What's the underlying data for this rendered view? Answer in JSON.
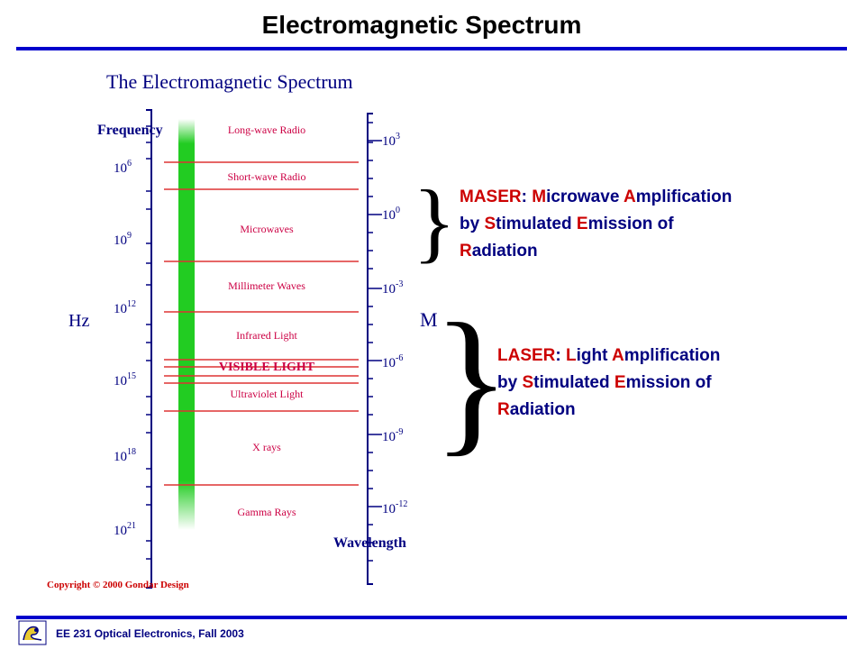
{
  "slide": {
    "title": "Electromagnetic Spectrum"
  },
  "diagram": {
    "title": "The Electromagnetic Spectrum",
    "frequency_label": "Frequency",
    "frequency_unit": "Hz",
    "wavelength_label": "Wavelength",
    "wavelength_unit": "M",
    "copyright": "Copyright © 2000 Gondar Design",
    "bands": [
      "Long-wave Radio",
      "Short-wave Radio",
      "Microwaves",
      "Millimeter Waves",
      "Infrared Light",
      "VISIBLE LIGHT",
      "Ultraviolet Light",
      "X rays",
      "Gamma Rays"
    ],
    "frequency_ticks": [
      {
        "base": "10",
        "exp": "6"
      },
      {
        "base": "10",
        "exp": "9"
      },
      {
        "base": "10",
        "exp": "12"
      },
      {
        "base": "10",
        "exp": "15"
      },
      {
        "base": "10",
        "exp": "18"
      },
      {
        "base": "10",
        "exp": "21"
      }
    ],
    "wavelength_ticks": [
      {
        "base": "10",
        "exp": "3"
      },
      {
        "base": "10",
        "exp": "0"
      },
      {
        "base": "10",
        "exp": "-3"
      },
      {
        "base": "10",
        "exp": "-6"
      },
      {
        "base": "10",
        "exp": "-9"
      },
      {
        "base": "10",
        "exp": "-12"
      }
    ]
  },
  "maser": {
    "l1": [
      {
        "t": "MASER",
        "h": true
      },
      {
        "t": ": ",
        "h": false
      },
      {
        "t": "M",
        "h": true
      },
      {
        "t": "icrowave ",
        "h": false
      },
      {
        "t": "A",
        "h": true
      },
      {
        "t": "mplification",
        "h": false
      }
    ],
    "l2": [
      {
        "t": "by ",
        "h": false
      },
      {
        "t": "S",
        "h": true
      },
      {
        "t": "timulated ",
        "h": false
      },
      {
        "t": "E",
        "h": true
      },
      {
        "t": "mission of",
        "h": false
      }
    ],
    "l3": [
      {
        "t": "R",
        "h": true
      },
      {
        "t": "adiation",
        "h": false
      }
    ]
  },
  "laser": {
    "l1": [
      {
        "t": "LASER",
        "h": true
      },
      {
        "t": ": ",
        "h": false
      },
      {
        "t": "L",
        "h": true
      },
      {
        "t": "ight ",
        "h": false
      },
      {
        "t": "A",
        "h": true
      },
      {
        "t": "mplification",
        "h": false
      }
    ],
    "l2": [
      {
        "t": "by ",
        "h": false
      },
      {
        "t": "S",
        "h": true
      },
      {
        "t": "timulated ",
        "h": false
      },
      {
        "t": "E",
        "h": true
      },
      {
        "t": "mission of",
        "h": false
      }
    ],
    "l3": [
      {
        "t": "R",
        "h": true
      },
      {
        "t": "adiation",
        "h": false
      }
    ]
  },
  "footer": {
    "text": "EE 231 Optical Electronics, Fall 2003"
  },
  "colors": {
    "rule": "#0000cc",
    "band_line": "#dd3333",
    "strip": "#22cc22",
    "heading": "#000080",
    "highlight": "#cc0000"
  }
}
